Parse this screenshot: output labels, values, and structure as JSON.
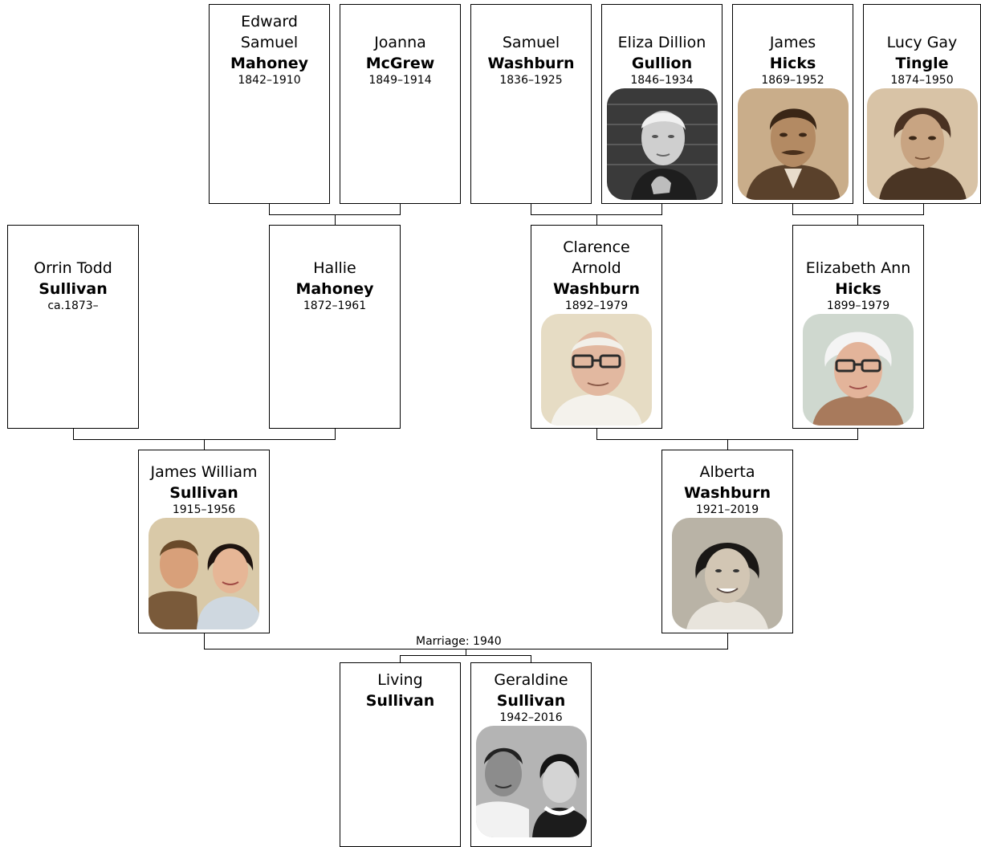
{
  "marriage_label": "Marriage: 1940",
  "people": {
    "edward": {
      "given": [
        "Edward",
        "Samuel"
      ],
      "surname": "Mahoney",
      "years": "1842–1910"
    },
    "joanna": {
      "given": [
        "Joanna"
      ],
      "surname": "McGrew",
      "years": "1849–1914"
    },
    "samuel": {
      "given": [
        "Samuel"
      ],
      "surname": "Washburn",
      "years": "1836–1925"
    },
    "eliza": {
      "given": [
        "Eliza Dillion"
      ],
      "surname": "Gullion",
      "years": "1846–1934",
      "photo": "portrait-bw"
    },
    "james_hicks": {
      "given": [
        "James"
      ],
      "surname": "Hicks",
      "years": "1869–1952",
      "photo": "portrait-sepia"
    },
    "lucy": {
      "given": [
        "Lucy Gay"
      ],
      "surname": "Tingle",
      "years": "1874–1950",
      "photo": "portrait-sepia"
    },
    "orrin": {
      "given": [
        "Orrin Todd"
      ],
      "surname": "Sullivan",
      "years": "ca.1873–"
    },
    "hallie": {
      "given": [
        "Hallie"
      ],
      "surname": "Mahoney",
      "years": "1872–1961"
    },
    "clarence": {
      "given": [
        "Clarence",
        "Arnold"
      ],
      "surname": "Washburn",
      "years": "1892–1979",
      "photo": "portrait-color"
    },
    "elizabeth": {
      "given": [
        "Elizabeth Ann"
      ],
      "surname": "Hicks",
      "years": "1899–1979",
      "photo": "portrait-color"
    },
    "james_william": {
      "given": [
        "James William"
      ],
      "surname": "Sullivan",
      "years": "1915–1956",
      "photo": "couple-color"
    },
    "alberta": {
      "given": [
        "Alberta"
      ],
      "surname": "Washburn",
      "years": "1921–2019",
      "photo": "portrait-bw"
    },
    "living": {
      "given": [
        "Living"
      ],
      "surname": "Sullivan",
      "years": ""
    },
    "geraldine": {
      "given": [
        "Geraldine"
      ],
      "surname": "Sullivan",
      "years": "1942–2016",
      "photo": "couple-bw"
    }
  },
  "colors": {
    "line": "#000000",
    "card_border": "#000000",
    "background": "#ffffff"
  }
}
